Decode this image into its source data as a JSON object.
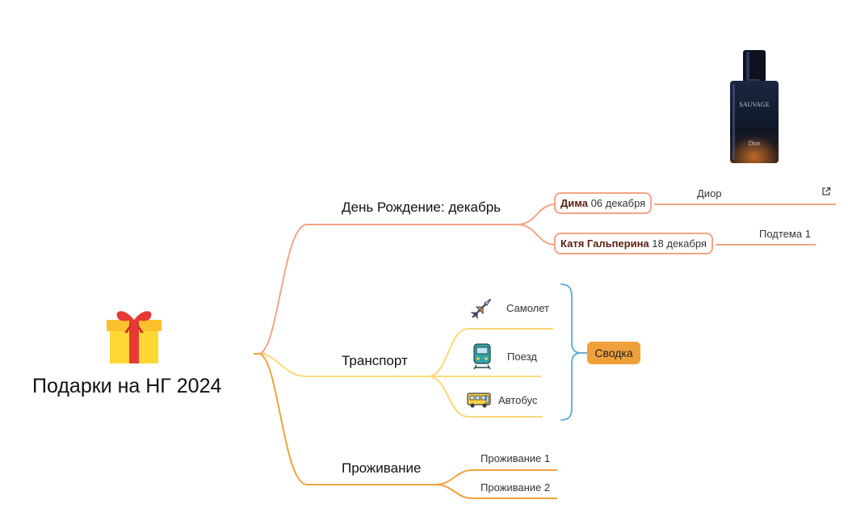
{
  "root": {
    "title": "Подарки на НГ 2024",
    "icon": "gift-icon"
  },
  "branches": {
    "birthday": {
      "title": "День Рождение: декабрь",
      "people": [
        {
          "name": "Дима",
          "date": "06 декабря",
          "subtopic": "Диор"
        },
        {
          "name": "Катя Гальперина",
          "date": "18 декабря",
          "subtopic": "Подтема 1"
        }
      ],
      "image": "perfume-bottle-image",
      "image_label": "SAUVAGE",
      "image_brand": "Dior"
    },
    "transport": {
      "title": "Транспорт",
      "items": [
        {
          "label": "Самолет",
          "icon": "airplane-icon"
        },
        {
          "label": "Поезд",
          "icon": "train-icon"
        },
        {
          "label": "Автобус",
          "icon": "bus-icon"
        }
      ],
      "summary": "Сводка"
    },
    "living": {
      "title": "Проживание",
      "items": [
        "Проживание 1",
        "Проживание 2"
      ]
    }
  },
  "colors": {
    "birthday": "#f4a487",
    "transport": "#fbd97a",
    "living": "#f0a23c",
    "summary_bracket": "#5ea8d8",
    "summary_fill": "#f0a03a"
  }
}
